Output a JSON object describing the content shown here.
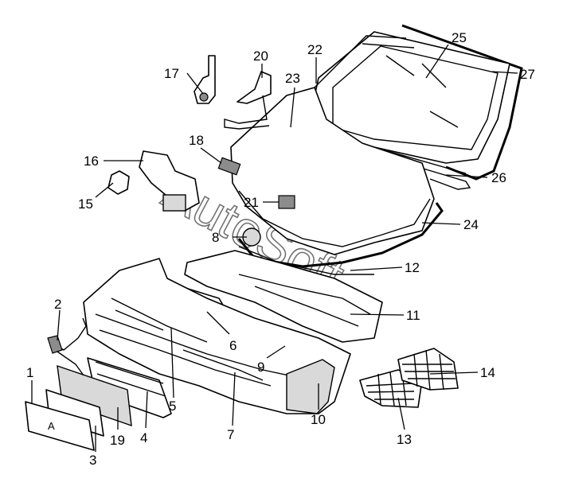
{
  "callouts": [
    {
      "id": "1",
      "label": "1"
    },
    {
      "id": "2",
      "label": "2"
    },
    {
      "id": "3",
      "label": "3"
    },
    {
      "id": "4",
      "label": "4"
    },
    {
      "id": "5",
      "label": "5"
    },
    {
      "id": "6",
      "label": "6"
    },
    {
      "id": "7",
      "label": "7"
    },
    {
      "id": "8",
      "label": "8"
    },
    {
      "id": "9",
      "label": "9"
    },
    {
      "id": "10",
      "label": "10"
    },
    {
      "id": "11",
      "label": "11"
    },
    {
      "id": "12",
      "label": "12"
    },
    {
      "id": "13",
      "label": "13"
    },
    {
      "id": "14",
      "label": "14"
    },
    {
      "id": "15",
      "label": "15"
    },
    {
      "id": "16",
      "label": "16"
    },
    {
      "id": "17",
      "label": "17"
    },
    {
      "id": "18",
      "label": "18"
    },
    {
      "id": "19",
      "label": "19"
    },
    {
      "id": "20",
      "label": "20"
    },
    {
      "id": "21",
      "label": "21"
    },
    {
      "id": "22",
      "label": "22"
    },
    {
      "id": "23",
      "label": "23"
    },
    {
      "id": "24",
      "label": "24"
    },
    {
      "id": "25",
      "label": "25"
    },
    {
      "id": "26",
      "label": "26"
    },
    {
      "id": "27",
      "label": "27"
    }
  ],
  "plate_letter": "A",
  "watermark": "AutoSoft"
}
